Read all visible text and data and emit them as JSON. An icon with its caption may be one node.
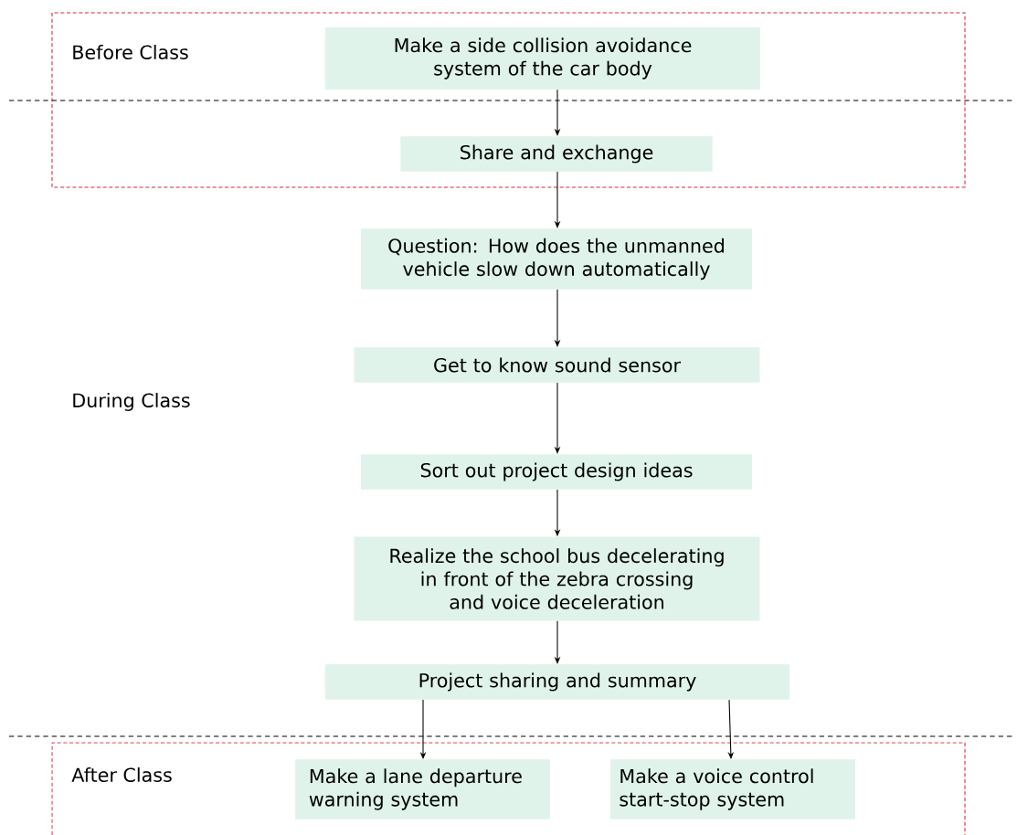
{
  "diagram": {
    "nodes": [
      {
        "text": [
          "Make a side collision avoidance system of the car body"
        ]
      },
      {
        "text": [
          "Share and exchange"
        ]
      },
      {
        "text": [
          "Question: How does the unmanned vehicle slow down automatically"
        ]
      },
      {
        "text": [
          "Get to know sound sensor"
        ]
      },
      {
        "text": [
          "Sort out project design ideas"
        ]
      },
      {
        "text": [
          "Realize the school bus decelerating in front of the zebra crossing and voice deceleration"
        ]
      },
      {
        "text": [
          "Project sharing and summary"
        ]
      },
      {
        "text": [
          "Make a lane departure warning system"
        ]
      },
      {
        "text": [
          "Make a voice control start-stop system"
        ]
      }
    ],
    "edges": [
      {
        "from": 0,
        "to": 1,
        "arrow": "to"
      },
      {
        "from": 1,
        "to": 2,
        "arrow": "to"
      },
      {
        "from": 2,
        "to": 3,
        "arrow": "to"
      },
      {
        "from": 3,
        "to": 4,
        "arrow": "to"
      },
      {
        "from": 4,
        "to": 5,
        "arrow": "to"
      },
      {
        "from": 5,
        "to": 6,
        "arrow": "to"
      },
      {
        "from": 6,
        "to": 7,
        "arrow": "to"
      },
      {
        "from": 6,
        "to": 8,
        "arrow": "to"
      }
    ],
    "labels": [
      "Before Class",
      "During Class",
      "After Class"
    ]
  }
}
